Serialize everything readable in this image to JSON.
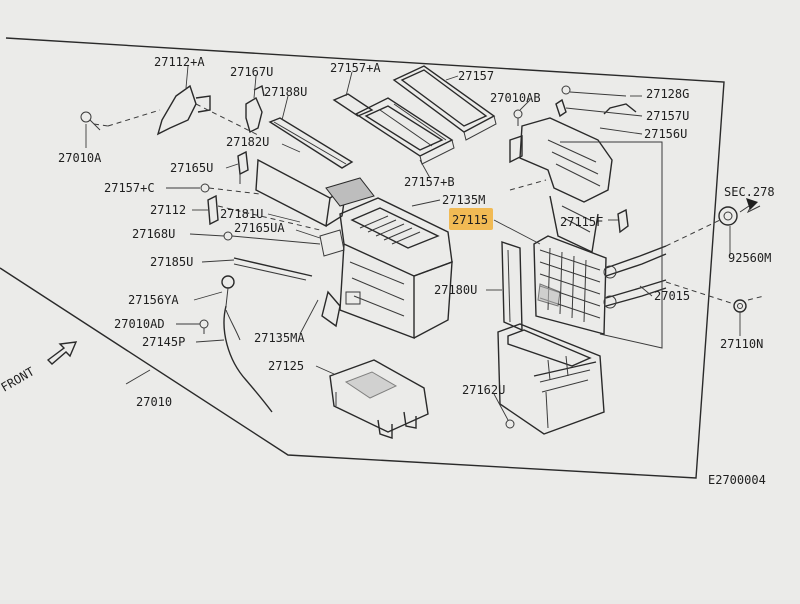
{
  "diagram": {
    "drawing_code": "E2700004",
    "front_label": "FRONT",
    "highlighted_part": "27115",
    "labels": [
      {
        "id": "p27112a",
        "text": "27112+A"
      },
      {
        "id": "p27167u",
        "text": "27167U"
      },
      {
        "id": "p27157a",
        "text": "27157+A"
      },
      {
        "id": "p27157",
        "text": "27157"
      },
      {
        "id": "p27188u",
        "text": "27188U"
      },
      {
        "id": "p27010ab",
        "text": "27010AB"
      },
      {
        "id": "p27128g",
        "text": "27128G"
      },
      {
        "id": "p27157u",
        "text": "27157U"
      },
      {
        "id": "p27156u",
        "text": "27156U"
      },
      {
        "id": "p27010a",
        "text": "27010A"
      },
      {
        "id": "p27182u",
        "text": "27182U"
      },
      {
        "id": "p27165u",
        "text": "27165U"
      },
      {
        "id": "p27157b",
        "text": "27157+B"
      },
      {
        "id": "p27157c",
        "text": "27157+C"
      },
      {
        "id": "p27135m",
        "text": "27135M"
      },
      {
        "id": "sec278",
        "text": "SEC.278"
      },
      {
        "id": "p27112",
        "text": "27112"
      },
      {
        "id": "p27181u",
        "text": "27181U"
      },
      {
        "id": "p27115",
        "text": "27115"
      },
      {
        "id": "p27115f",
        "text": "27115F"
      },
      {
        "id": "p27168u",
        "text": "27168U"
      },
      {
        "id": "p27165ua",
        "text": "27165UA"
      },
      {
        "id": "p92560m",
        "text": "92560M"
      },
      {
        "id": "p27185u",
        "text": "27185U"
      },
      {
        "id": "p27180u",
        "text": "27180U"
      },
      {
        "id": "p27015",
        "text": "27015"
      },
      {
        "id": "p27156ya",
        "text": "27156YA"
      },
      {
        "id": "p27010ad",
        "text": "27010AD"
      },
      {
        "id": "p27135ma",
        "text": "27135MA"
      },
      {
        "id": "p27110n",
        "text": "27110N"
      },
      {
        "id": "p27145p",
        "text": "27145P"
      },
      {
        "id": "p27125",
        "text": "27125"
      },
      {
        "id": "p27162u",
        "text": "27162U"
      },
      {
        "id": "p27010",
        "text": "27010"
      }
    ]
  }
}
